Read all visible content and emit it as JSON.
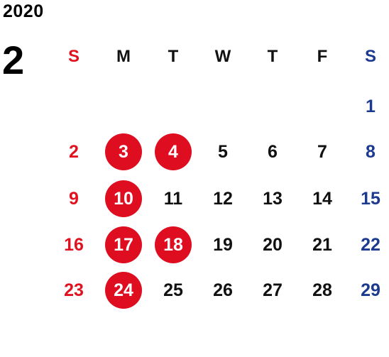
{
  "calendar": {
    "year": "2020",
    "month": "2",
    "weekdays": [
      "S",
      "M",
      "T",
      "W",
      "T",
      "F",
      "S"
    ],
    "weeks": [
      [
        "",
        "",
        "",
        "",
        "",
        "",
        "1"
      ],
      [
        "2",
        "3",
        "4",
        "5",
        "6",
        "7",
        "8"
      ],
      [
        "9",
        "10",
        "11",
        "12",
        "13",
        "14",
        "15"
      ],
      [
        "16",
        "17",
        "18",
        "19",
        "20",
        "21",
        "22"
      ],
      [
        "23",
        "24",
        "25",
        "26",
        "27",
        "28",
        "29"
      ]
    ],
    "highlighted_days": [
      "3",
      "4",
      "10",
      "17",
      "18",
      "24"
    ],
    "colors": {
      "sunday": "#e0121f",
      "saturday": "#1c3a8f",
      "weekday": "#111111",
      "highlight": "#df0d20"
    }
  }
}
